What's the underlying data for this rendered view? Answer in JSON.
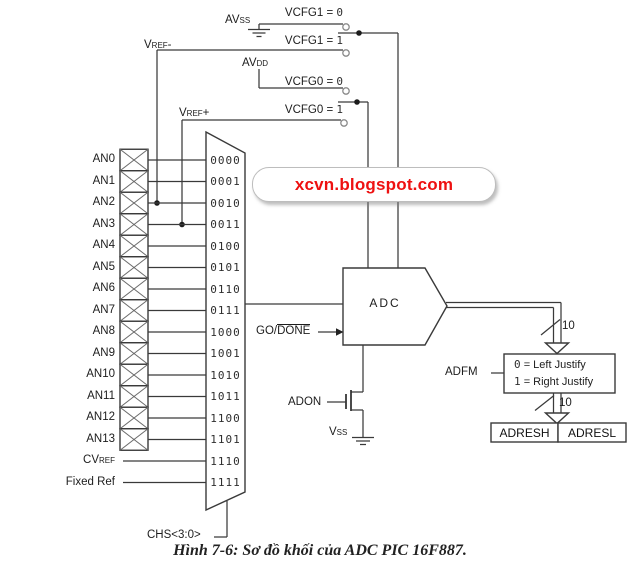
{
  "watermark": {
    "text": "xcvn.blogspot.com",
    "color": "#ee1111"
  },
  "caption": "Hình 7-6: Sơ đồ khối của ADC PIC 16F887.",
  "power": {
    "avss": {
      "main": "AV",
      "sub": "SS"
    },
    "avdd": {
      "main": "AV",
      "sub": "DD"
    },
    "vref_minus": {
      "main": "V",
      "sub": "REF",
      "suffix": "-"
    },
    "vref_plus": {
      "main": "V",
      "sub": "REF",
      "suffix": "+"
    },
    "vss": {
      "main": "V",
      "sub": "SS"
    }
  },
  "vcfg": {
    "vcfg1_0": {
      "label": "VCFG1 =",
      "value": "0"
    },
    "vcfg1_1": {
      "label": "VCFG1 =",
      "value": "1"
    },
    "vcfg0_0": {
      "label": "VCFG0 =",
      "value": "0"
    },
    "vcfg0_1": {
      "label": "VCFG0 =",
      "value": "1"
    }
  },
  "mux": {
    "select_label": "CHS<3:0>",
    "channels": [
      {
        "label": "AN0",
        "code": "0000"
      },
      {
        "label": "AN1",
        "code": "0001"
      },
      {
        "label": "AN2",
        "code": "0010"
      },
      {
        "label": "AN3",
        "code": "0011"
      },
      {
        "label": "AN4",
        "code": "0100"
      },
      {
        "label": "AN5",
        "code": "0101"
      },
      {
        "label": "AN6",
        "code": "0110"
      },
      {
        "label": "AN7",
        "code": "0111"
      },
      {
        "label": "AN8",
        "code": "1000"
      },
      {
        "label": "AN9",
        "code": "1001"
      },
      {
        "label": "AN10",
        "code": "1010"
      },
      {
        "label": "AN11",
        "code": "1011"
      },
      {
        "label": "AN12",
        "code": "1100"
      },
      {
        "label": "AN13",
        "code": "1101"
      },
      {
        "main": "CV",
        "sub": "REF",
        "code": "1110"
      },
      {
        "label": "Fixed Ref",
        "code": "1111"
      }
    ]
  },
  "adc": {
    "label": "ADC",
    "go_done": {
      "pre": "GO/",
      "over": "DONE"
    },
    "adon": "ADON"
  },
  "output": {
    "bus_width_top": "10",
    "bus_width_bottom": "10",
    "adfm": "ADFM",
    "justify": {
      "line1": {
        "value": "0",
        "text": "= Left Justify"
      },
      "line2": {
        "value": "1",
        "text": "= Right Justify"
      }
    },
    "adresh": "ADRESH",
    "adresl": "ADRESL"
  }
}
